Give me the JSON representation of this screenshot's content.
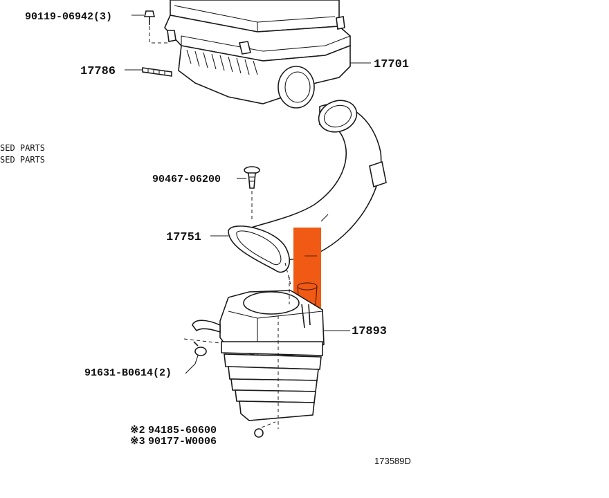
{
  "diagram": {
    "highlight_color": "#f05a14",
    "line_color": "#1a1a1a",
    "legend": {
      "line1": "SED PARTS",
      "line2": "SED PARTS"
    },
    "labels": {
      "p90119": "90119-06942(3)",
      "p17786": "17786",
      "p17701": "17701",
      "p90467": "90467-06200",
      "p17751": "17751",
      "p17893": "17893",
      "p91631": "91631-B0614(2)",
      "p94185_mark": "※2",
      "p94185": "94185-60600",
      "p90177_mark": "※3",
      "p90177": "90177-W0006",
      "figure_code": "173589D"
    }
  }
}
